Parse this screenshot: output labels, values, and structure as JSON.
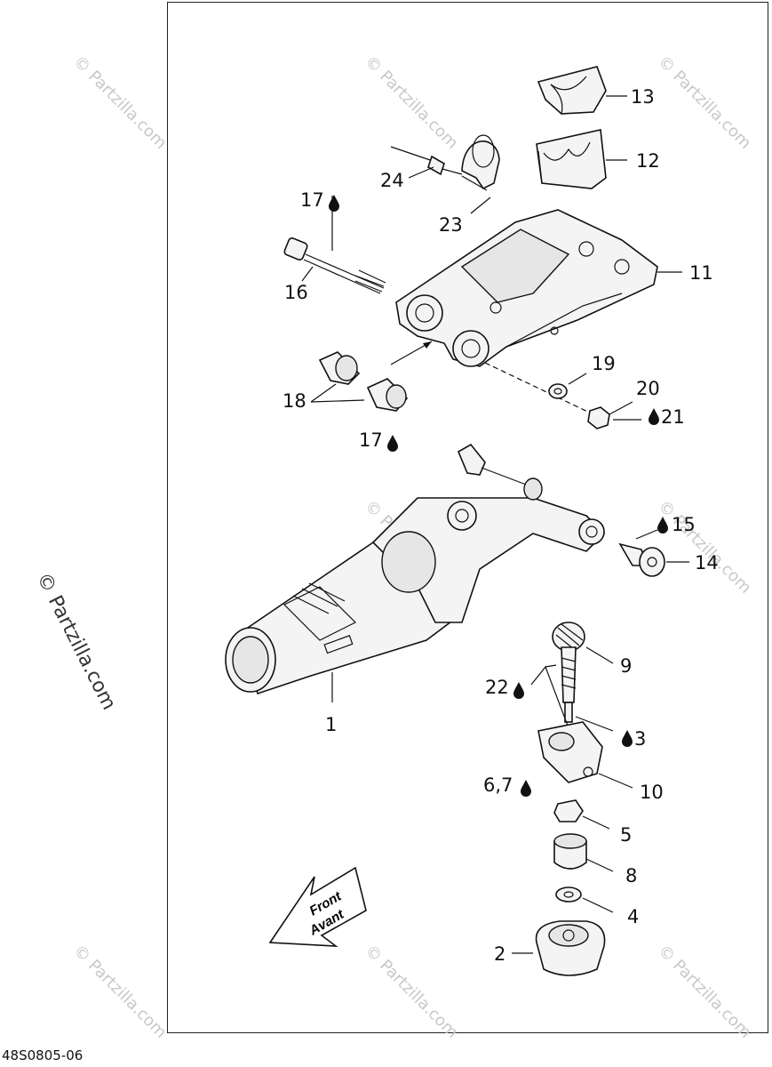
{
  "watermark": {
    "side_text": "© Partzilla.com",
    "tile_text": "© Partzilla.com"
  },
  "footer": {
    "diagram_code": "48S0805-06"
  },
  "arrow": {
    "line1": "Front",
    "line2": "Avant"
  },
  "callouts": {
    "c13": "13",
    "c12": "12",
    "c24": "24",
    "c23": "23",
    "c17a": "17",
    "c11": "11",
    "c16": "16",
    "c19": "19",
    "c20": "20",
    "c18": "18",
    "c21": "21",
    "c17b": "17",
    "c15": "15",
    "c14": "14",
    "c9": "9",
    "c22": "22",
    "c3": "3",
    "c1": "1",
    "c10": "10",
    "c67": "6,7",
    "c5": "5",
    "c8": "8",
    "c4": "4",
    "c2": "2"
  }
}
